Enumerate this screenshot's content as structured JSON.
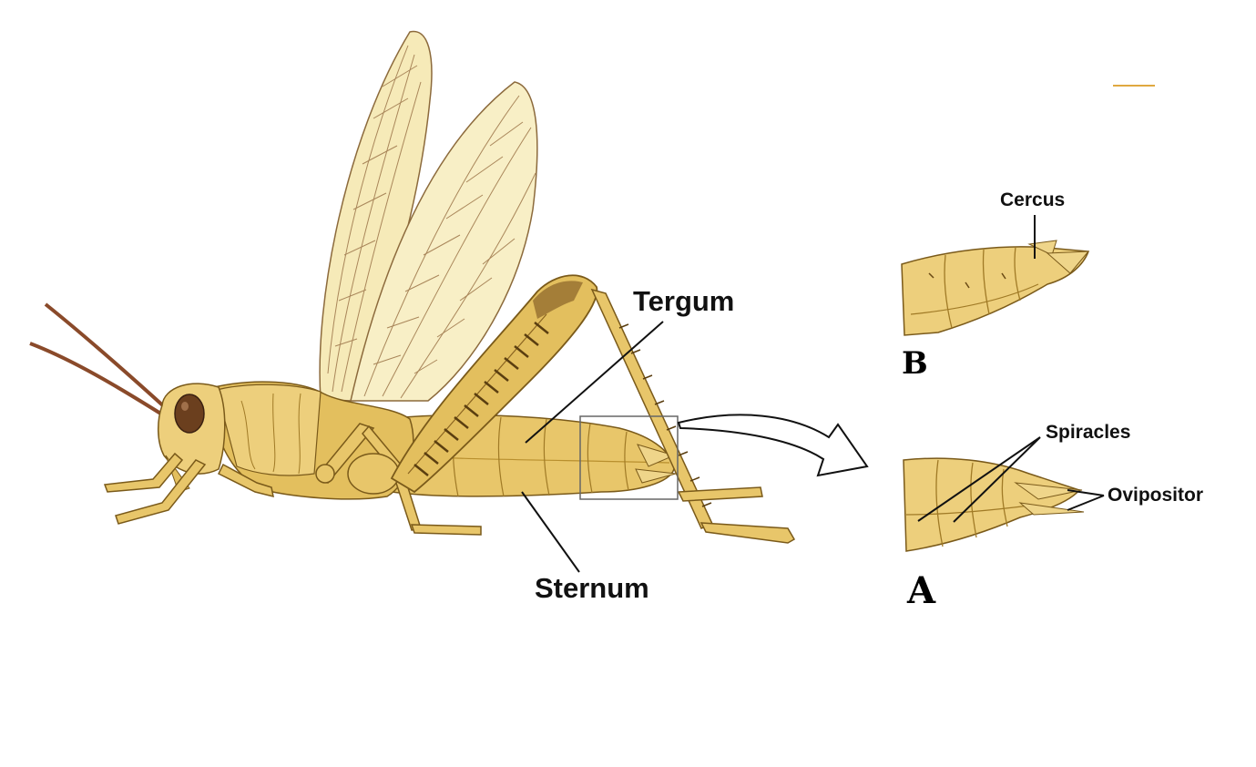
{
  "labels": {
    "tergum": "Tergum",
    "sternum": "Sternum",
    "cercus": "Cercus",
    "spiracles": "Spiracles",
    "ovipositor": "Ovipositor"
  },
  "panels": {
    "b": "B",
    "a": "A"
  },
  "colors": {
    "body": "#e6c468",
    "body_light": "#f1d98e",
    "body_dark": "#b88f2e",
    "outline": "#7a5a1a",
    "wing": "#f6eab8",
    "wing_vein": "#a9865a",
    "antenna": "#8a4a2a",
    "eye": "#6b3f1e",
    "accent_line": "#e0a840"
  }
}
